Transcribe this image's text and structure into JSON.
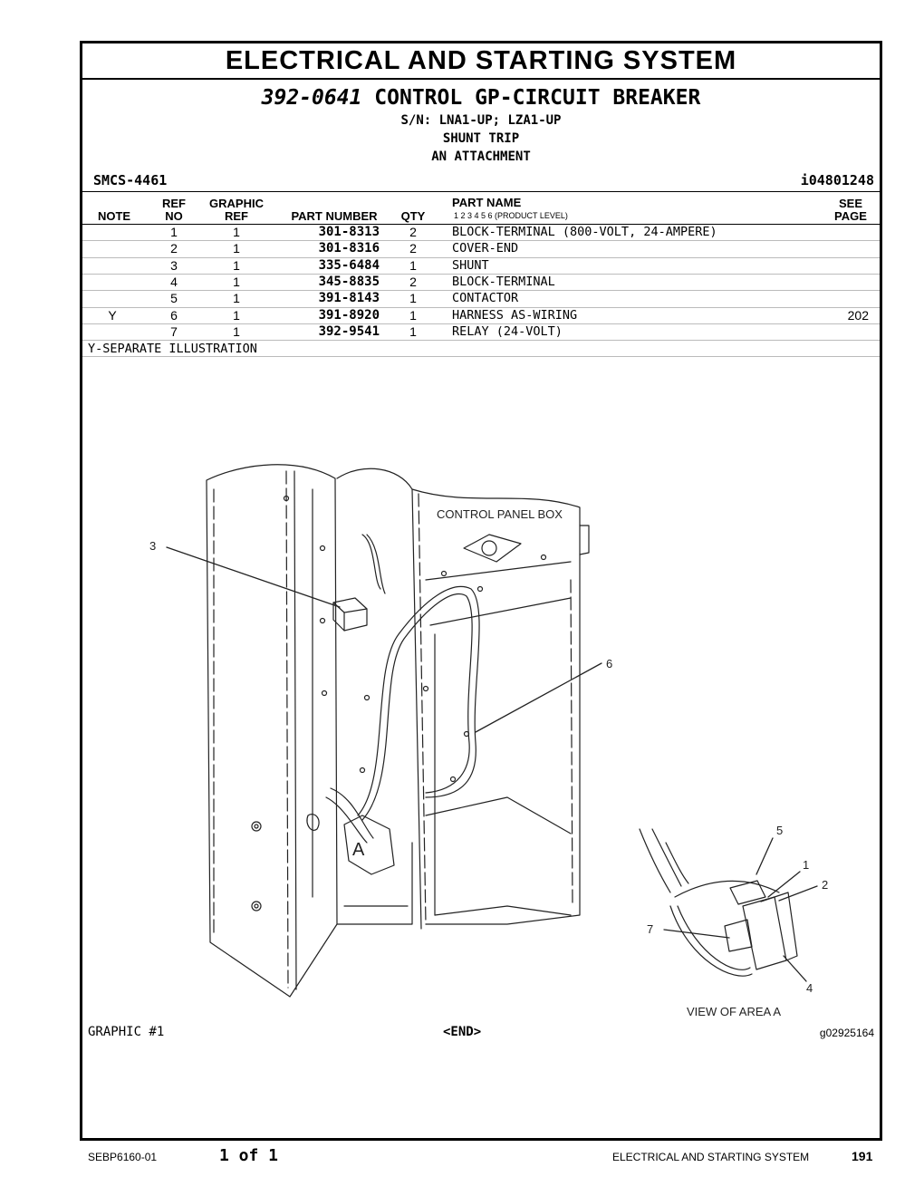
{
  "title": "ELECTRICAL AND STARTING SYSTEM",
  "group": {
    "part_number": "392-0641",
    "name": "CONTROL GP-CIRCUIT BREAKER"
  },
  "serial_numbers": "S/N: LNA1-UP; LZA1-UP",
  "subtitle_lines": [
    "SHUNT TRIP",
    "AN ATTACHMENT"
  ],
  "smcs": "SMCS-4461",
  "illustration_id": "i04801248",
  "table": {
    "headers": {
      "note": "NOTE",
      "ref_no": [
        "REF",
        "NO"
      ],
      "graphic_ref": [
        "GRAPHIC",
        "REF"
      ],
      "part_number": "PART NUMBER",
      "qty": "QTY",
      "part_name": "PART NAME",
      "product_level": "1   2   3   4   5   6   (PRODUCT LEVEL)",
      "see_page": [
        "SEE",
        "PAGE"
      ]
    },
    "rows": [
      {
        "note": "",
        "ref": "1",
        "gref": "1",
        "pn": "301-8313",
        "qty": "2",
        "name": "BLOCK-TERMINAL (800-VOLT, 24-AMPERE)",
        "see": ""
      },
      {
        "note": "",
        "ref": "2",
        "gref": "1",
        "pn": "301-8316",
        "qty": "2",
        "name": "COVER-END",
        "see": ""
      },
      {
        "note": "",
        "ref": "3",
        "gref": "1",
        "pn": "335-6484",
        "qty": "1",
        "name": "SHUNT",
        "see": ""
      },
      {
        "note": "",
        "ref": "4",
        "gref": "1",
        "pn": "345-8835",
        "qty": "2",
        "name": "BLOCK-TERMINAL",
        "see": ""
      },
      {
        "note": "",
        "ref": "5",
        "gref": "1",
        "pn": "391-8143",
        "qty": "1",
        "name": "CONTACTOR",
        "see": ""
      },
      {
        "note": "Y",
        "ref": "6",
        "gref": "1",
        "pn": "391-8920",
        "qty": "1",
        "name": "HARNESS AS-WIRING",
        "see": "202"
      },
      {
        "note": "",
        "ref": "7",
        "gref": "1",
        "pn": "392-9541",
        "qty": "1",
        "name": "RELAY (24-VOLT)",
        "see": ""
      }
    ],
    "note_text": "Y-SEPARATE ILLUSTRATION"
  },
  "illustration": {
    "labels": {
      "control_panel_box": "CONTROL PANEL BOX",
      "view_of_area": "VIEW OF AREA  A",
      "area_marker": "A",
      "callouts": [
        "3",
        "6",
        "5",
        "1",
        "2",
        "7",
        "4"
      ]
    }
  },
  "graphic_label": "GRAPHIC #1",
  "end_label": "<END>",
  "graphic_id": "g02925164",
  "footer": {
    "doc": "SEBP6160-01",
    "page_of": "1 of 1",
    "section": "ELECTRICAL AND STARTING SYSTEM",
    "page": "191"
  }
}
